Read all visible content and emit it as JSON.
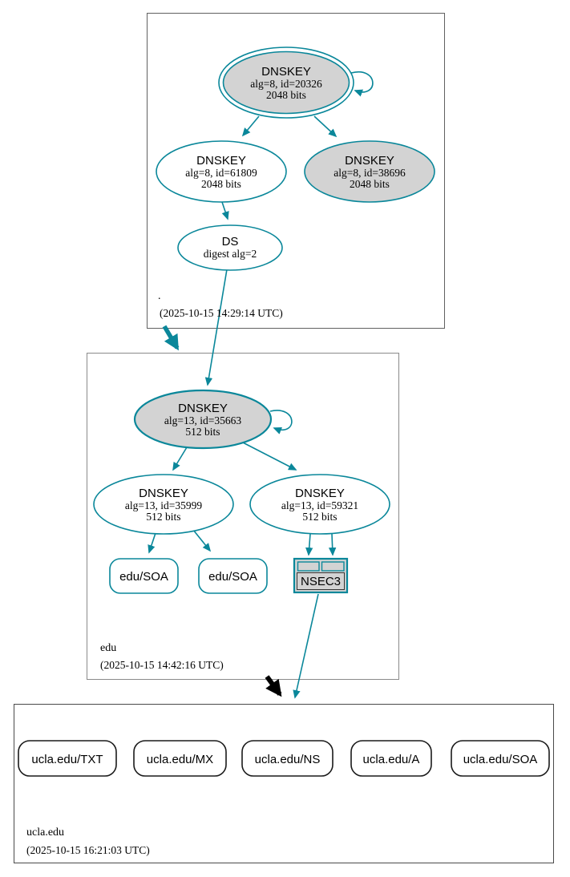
{
  "diagram_type": "dnssec-authentication-chain",
  "colors": {
    "secure_edge": "#0a879a",
    "insecure_edge": "#000000",
    "ksk_fill": "#d3d3d3",
    "node_fill": "#ffffff",
    "zone_border_root": "#606060",
    "zone_border_edu": "#8a8a8a",
    "zone_border_ucla": "#4a4a4a"
  },
  "root_zone": {
    "label": ".",
    "timestamp": "(2025-10-15 14:29:14 UTC)",
    "ksk": {
      "title": "DNSKEY",
      "params": "alg=8, id=20326",
      "size": "2048 bits"
    },
    "zsk": {
      "title": "DNSKEY",
      "params": "alg=8, id=61809",
      "size": "2048 bits"
    },
    "standby_key": {
      "title": "DNSKEY",
      "params": "alg=8, id=38696",
      "size": "2048 bits"
    },
    "ds": {
      "title": "DS",
      "params": "digest alg=2"
    }
  },
  "edu_zone": {
    "label": "edu",
    "timestamp": "(2025-10-15 14:42:16 UTC)",
    "ksk": {
      "title": "DNSKEY",
      "params": "alg=13, id=35663",
      "size": "512 bits"
    },
    "zsk_a": {
      "title": "DNSKEY",
      "params": "alg=13, id=35999",
      "size": "512 bits"
    },
    "zsk_b": {
      "title": "DNSKEY",
      "params": "alg=13, id=59321",
      "size": "512 bits"
    },
    "soa_records": [
      "edu/SOA",
      "edu/SOA"
    ],
    "nsec3_label": "NSEC3"
  },
  "ucla_zone": {
    "label": "ucla.edu",
    "timestamp": "(2025-10-15 16:21:03 UTC)",
    "records": [
      "ucla.edu/TXT",
      "ucla.edu/MX",
      "ucla.edu/NS",
      "ucla.edu/A",
      "ucla.edu/SOA"
    ]
  }
}
